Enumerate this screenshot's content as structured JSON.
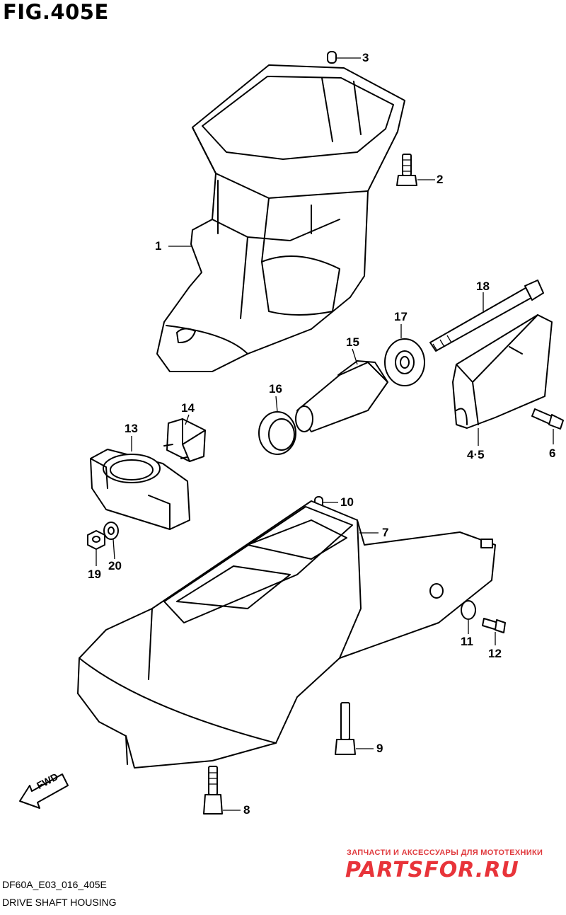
{
  "figure": {
    "title": "FIG.405E",
    "code": "DF60A_E03_016_405E",
    "name": "DRIVE SHAFT HOUSING",
    "fwd_label": "FWD"
  },
  "callouts": {
    "c1": "1",
    "c2": "2",
    "c3": "3",
    "c4_5": "4·5",
    "c6": "6",
    "c7": "7",
    "c8": "8",
    "c9": "9",
    "c10": "10",
    "c11": "11",
    "c12": "12",
    "c13": "13",
    "c14": "14",
    "c15": "15",
    "c16": "16",
    "c17": "17",
    "c18": "18",
    "c19": "19",
    "c20": "20"
  },
  "watermark": {
    "tagline": "ЗАПЧАСТИ И АКСЕССУАРЫ ДЛЯ МОТОТЕХНИКИ",
    "logo": "PARTSFOR.RU"
  }
}
